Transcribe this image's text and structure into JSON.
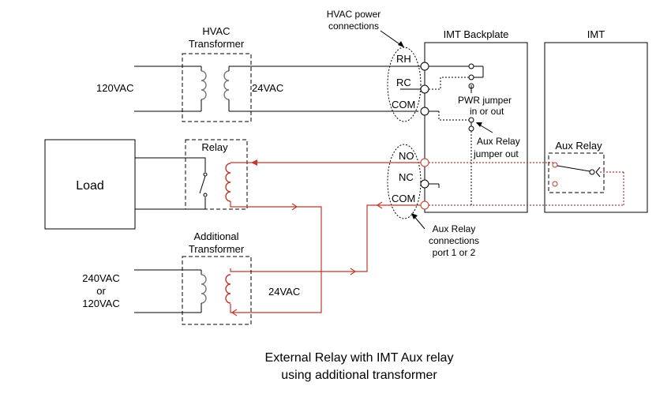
{
  "labels": {
    "hvac_transformer_l1": "HVAC",
    "hvac_transformer_l2": "Transformer",
    "hvac_power_l1": "HVAC power",
    "hvac_power_l2": "connections",
    "imt_backplate": "IMT Backplate",
    "imt": "IMT",
    "v120": "120VAC",
    "v24_top": "24VAC",
    "rh": "RH",
    "rc": "RC",
    "com_top": "COM",
    "pwr_jumper_l1": "PWR jumper",
    "pwr_jumper_l2": "in or out",
    "relay": "Relay",
    "load": "Load",
    "no": "NO",
    "nc": "NC",
    "com_bottom": "COM",
    "aux_jumper_l1": "Aux Relay",
    "aux_jumper_l2": "jumper out",
    "aux_relay": "Aux Relay",
    "aux_conn_l1": "Aux Relay",
    "aux_conn_l2": "connections",
    "aux_conn_l3": "port 1 or 2",
    "additional_l1": "Additional",
    "additional_l2": "Transformer",
    "v240_l1": "240VAC",
    "v240_l2": "or",
    "v240_l3": "120VAC",
    "v24_bottom": "24VAC"
  },
  "caption": {
    "line1": "External Relay with IMT Aux relay",
    "line2": "using additional transformer"
  },
  "colors": {
    "wire": "#000000",
    "aux_circuit": "#c0392b",
    "coil": "#777777"
  }
}
